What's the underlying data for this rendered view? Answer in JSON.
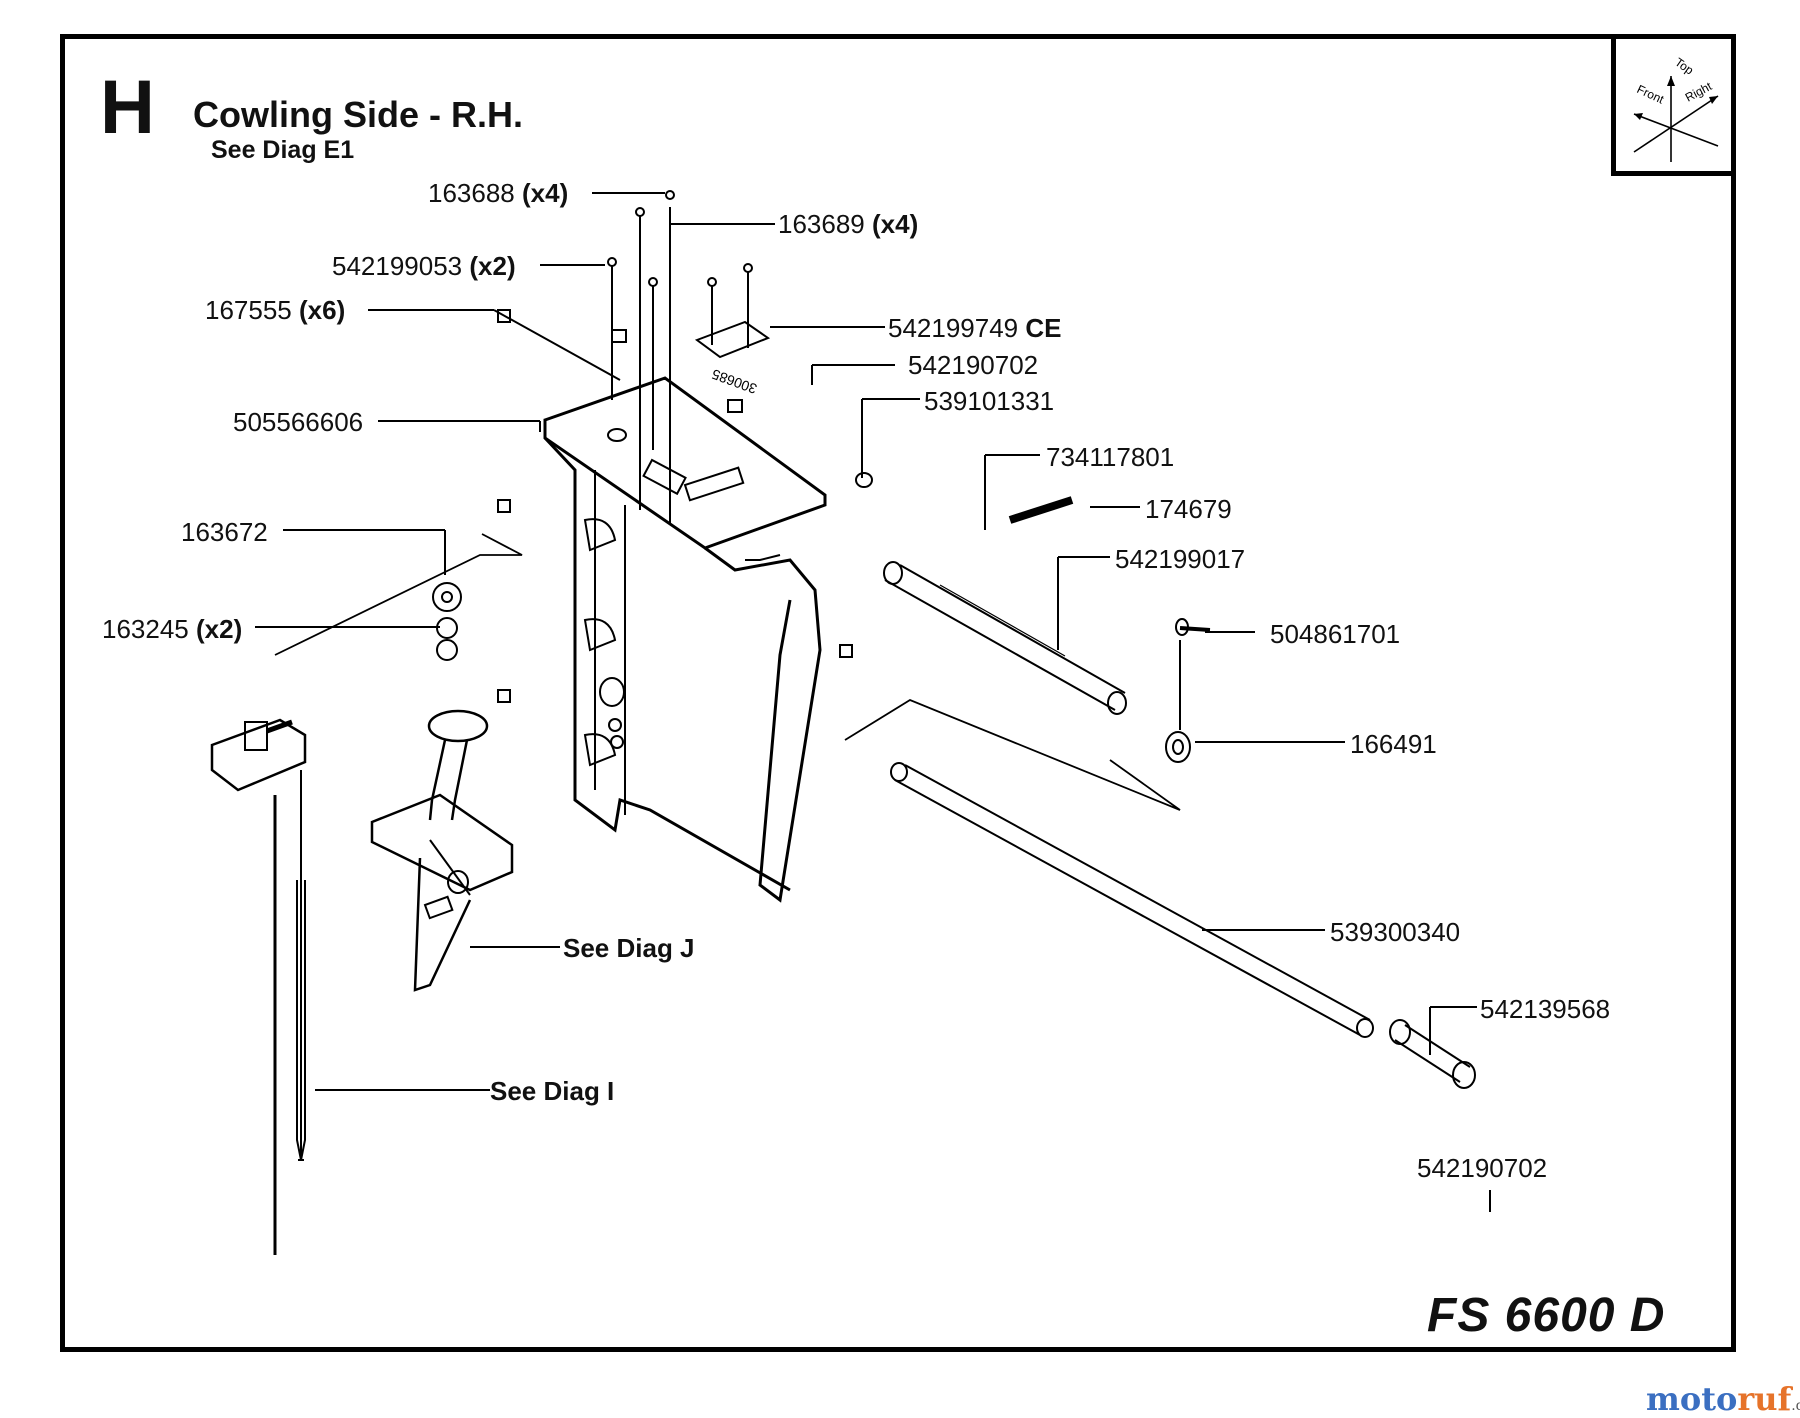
{
  "header": {
    "section_letter": "H",
    "title": "Cowling Side - R.H.",
    "subtitle": "See Diag E1"
  },
  "compass": {
    "top": "Top",
    "front": "Front",
    "right": "Right"
  },
  "model": "FS 6600 D",
  "watermark": {
    "a": "moto",
    "b": "ruf",
    "tld": ".de"
  },
  "parts": [
    {
      "number": "163688",
      "qty": "(x4)"
    },
    {
      "number": "163689",
      "qty": "(x4)"
    },
    {
      "number": "542199053",
      "qty": "(x2)"
    },
    {
      "number": "167555",
      "qty": "(x6)"
    },
    {
      "number": "542199749",
      "qty": "CE"
    },
    {
      "number": "542190702",
      "qty": ""
    },
    {
      "number": "539101331",
      "qty": ""
    },
    {
      "number": "505566606",
      "qty": ""
    },
    {
      "number": "734117801",
      "qty": ""
    },
    {
      "number": "174679",
      "qty": ""
    },
    {
      "number": "163672",
      "qty": ""
    },
    {
      "number": "542199017",
      "qty": ""
    },
    {
      "number": "163245",
      "qty": "(x2)"
    },
    {
      "number": "504861701",
      "qty": ""
    },
    {
      "number": "166491",
      "qty": ""
    },
    {
      "number": "539300340",
      "qty": ""
    },
    {
      "number": "542139568",
      "qty": ""
    },
    {
      "number": "542190702",
      "qty": ""
    }
  ],
  "references": {
    "diag_j": "See Diag J",
    "diag_i": "See Diag I"
  },
  "stamp_text": "300685"
}
